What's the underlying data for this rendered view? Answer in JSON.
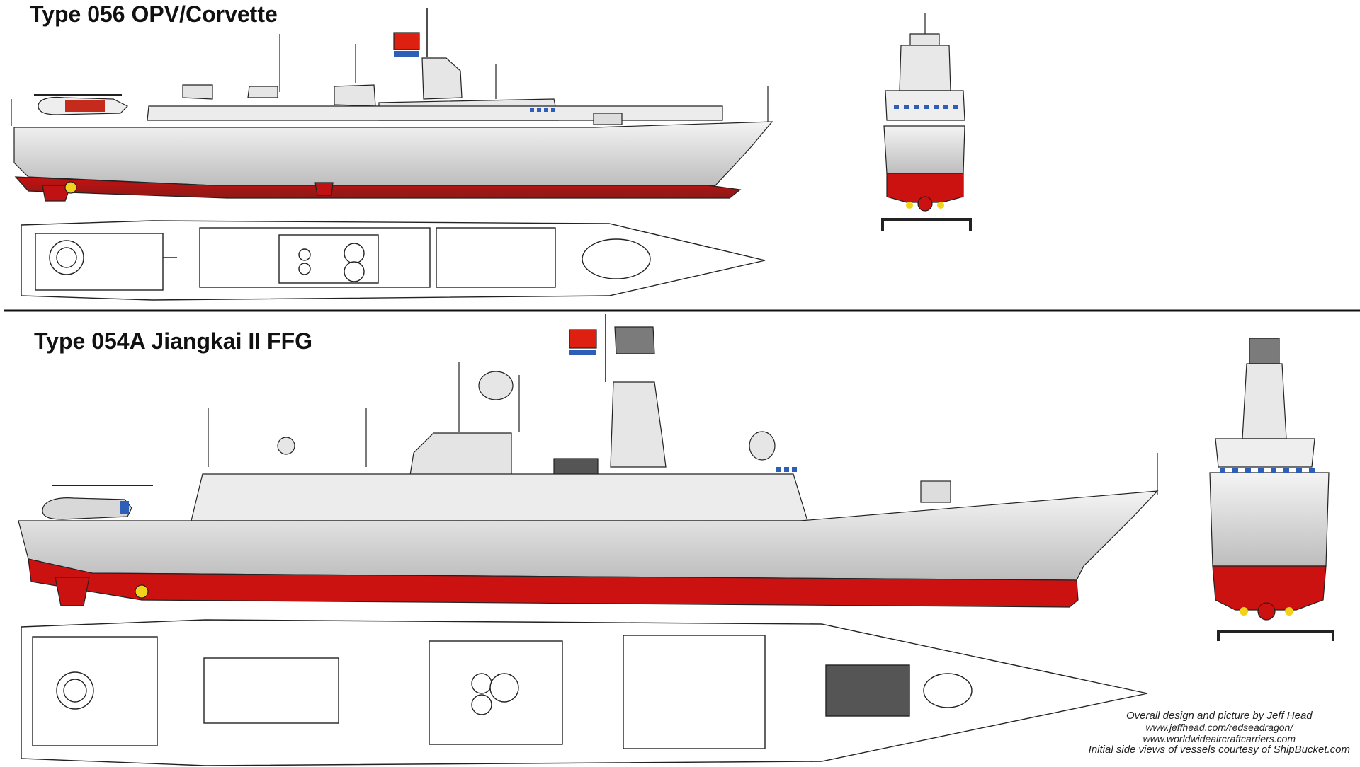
{
  "ships": [
    {
      "title": "Type 056 OPV/Corvette"
    },
    {
      "title": "Type 054A Jiangkai II FFG"
    }
  ],
  "credits": {
    "line1": "Overall design and picture by Jeff Head",
    "line2": "www.jeffhead.com/redseadragon/",
    "line3": "www.worldwideaircraftcarriers.com",
    "line4": "Initial side views of vessels courtesy of ShipBucket.com"
  },
  "colors": {
    "hull_grey": "#dcdcdc",
    "superstructure_grey": "#e6e6e6",
    "antifouling_red": "#cc1111",
    "propeller_yellow": "#f2d21a",
    "window_blue": "#2e5fb8",
    "flag_red": "#de2010",
    "outline": "#222222"
  }
}
